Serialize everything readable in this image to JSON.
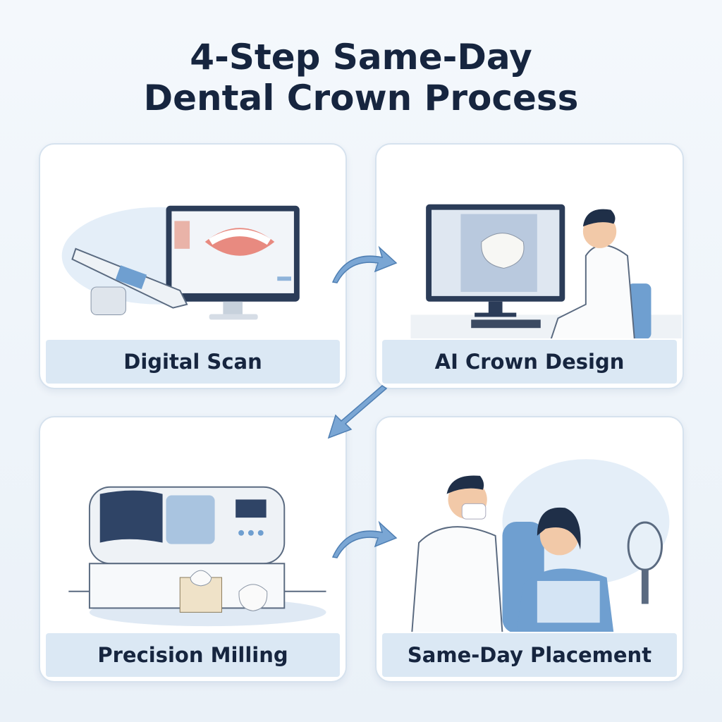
{
  "title": {
    "line1": "4-Step Same-Day",
    "line2": "Dental Crown Process"
  },
  "steps": [
    {
      "label": "Digital Scan",
      "icon": "intraoral-scanner-monitor"
    },
    {
      "label": "AI Crown Design",
      "icon": "dentist-computer-design"
    },
    {
      "label": "Precision Milling",
      "icon": "milling-machine"
    },
    {
      "label": "Same-Day Placement",
      "icon": "dentist-patient-mirror"
    }
  ],
  "colors": {
    "title": "#16253f",
    "label_bg": "#dbe8f4",
    "accent": "#6f9fd0"
  }
}
